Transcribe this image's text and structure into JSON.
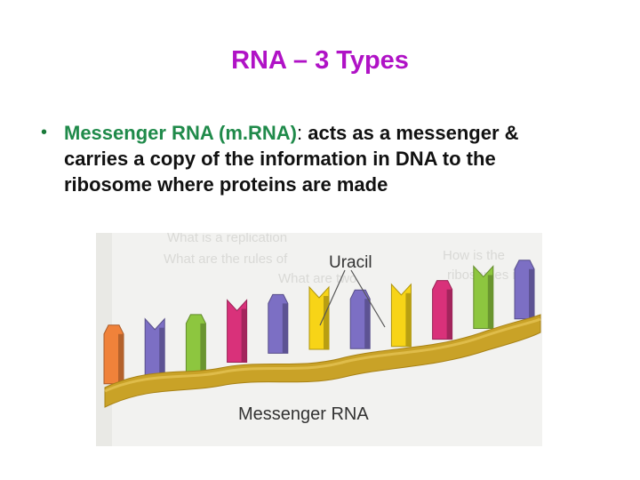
{
  "slide": {
    "title": "RNA – 3 Types",
    "bullet": {
      "marker": "•",
      "term": "Messenger RNA (m.RNA)",
      "separator": ": ",
      "definition": "acts as a messenger & carries a copy of the information in DNA to the ribosome where proteins are made"
    }
  },
  "figure": {
    "pointer_label": "Uracil",
    "caption": "Messenger RNA",
    "background_text": [
      "What is a replication",
      "What are the rules of",
      "What are two",
      "How is the",
      "ribosomes in"
    ],
    "nucleotide_colors": [
      "#f0823a",
      "#7c6fc4",
      "#8dc63f",
      "#d9317a",
      "#7c6fc4",
      "#f7d417",
      "#7c6fc4",
      "#f7d417",
      "#d9317a",
      "#8dc63f",
      "#7c6fc4"
    ],
    "colors": {
      "backbone": "#c9a227",
      "title": "#b012c6",
      "term": "#1f8a4a"
    }
  }
}
